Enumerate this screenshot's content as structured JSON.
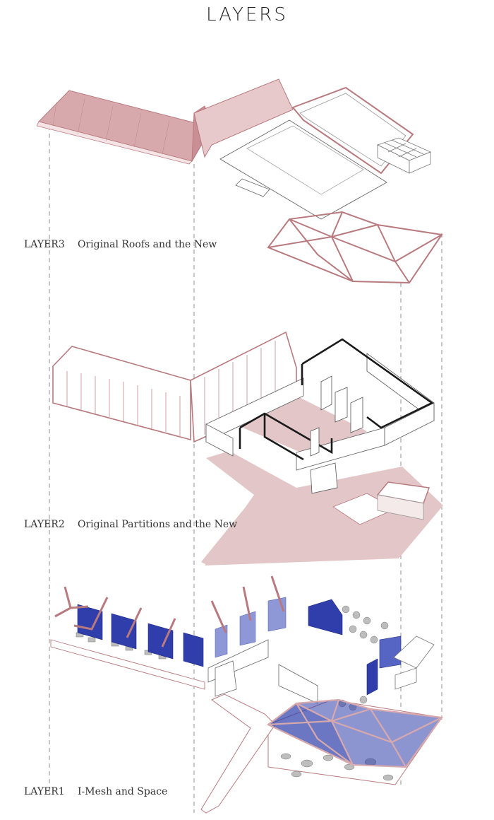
{
  "title": "LAYERS",
  "layers": [
    {
      "code": "LAYER3",
      "label": "Original Roofs and the New"
    },
    {
      "code": "LAYER2",
      "label": "Original Partitions and the New"
    },
    {
      "code": "LAYER1",
      "label": "I-Mesh and Space"
    }
  ],
  "colors": {
    "roof_fill": "#d7a9ad",
    "roof_fill_light": "#e8c9cb",
    "pink_line": "#b87a7e",
    "dark_line": "#1a1a1a",
    "grey_line": "#8a8a8a",
    "blue": "#2f3eaa",
    "blue_light": "#8f98d6",
    "slab": "#e3c6c8"
  }
}
